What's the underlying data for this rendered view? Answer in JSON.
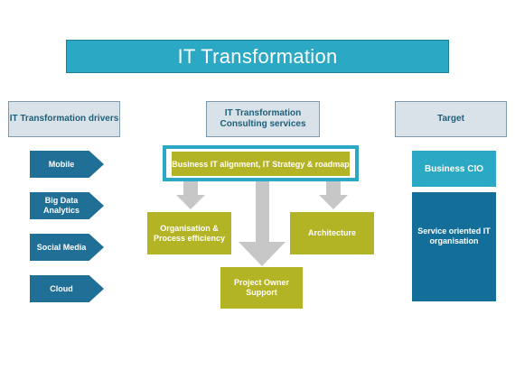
{
  "title": "IT Transformation",
  "columns": {
    "drivers": "IT Transformation drivers",
    "services": "IT Transformation Consulting services",
    "target": "Target"
  },
  "drivers": [
    "Mobile",
    "Big Data Analytics",
    "Social Media",
    "Cloud"
  ],
  "services": {
    "business_alignment": "Business IT alignment, IT Strategy & roadmap",
    "organisation": "Organisation & Process efficiency",
    "architecture": "Architecture",
    "project_owner": "Project Owner Support"
  },
  "target": {
    "business_cio": "Business CIO",
    "service_oriented": "Service oriented IT organisation"
  },
  "colors": {
    "title_teal": "#2aa8c4",
    "driver_blue": "#1f6f96",
    "olive": "#b3b326",
    "header_gray": "#d9e2e8",
    "arrow_gray": "#c7c7c7",
    "target_dark": "#136f9a"
  }
}
